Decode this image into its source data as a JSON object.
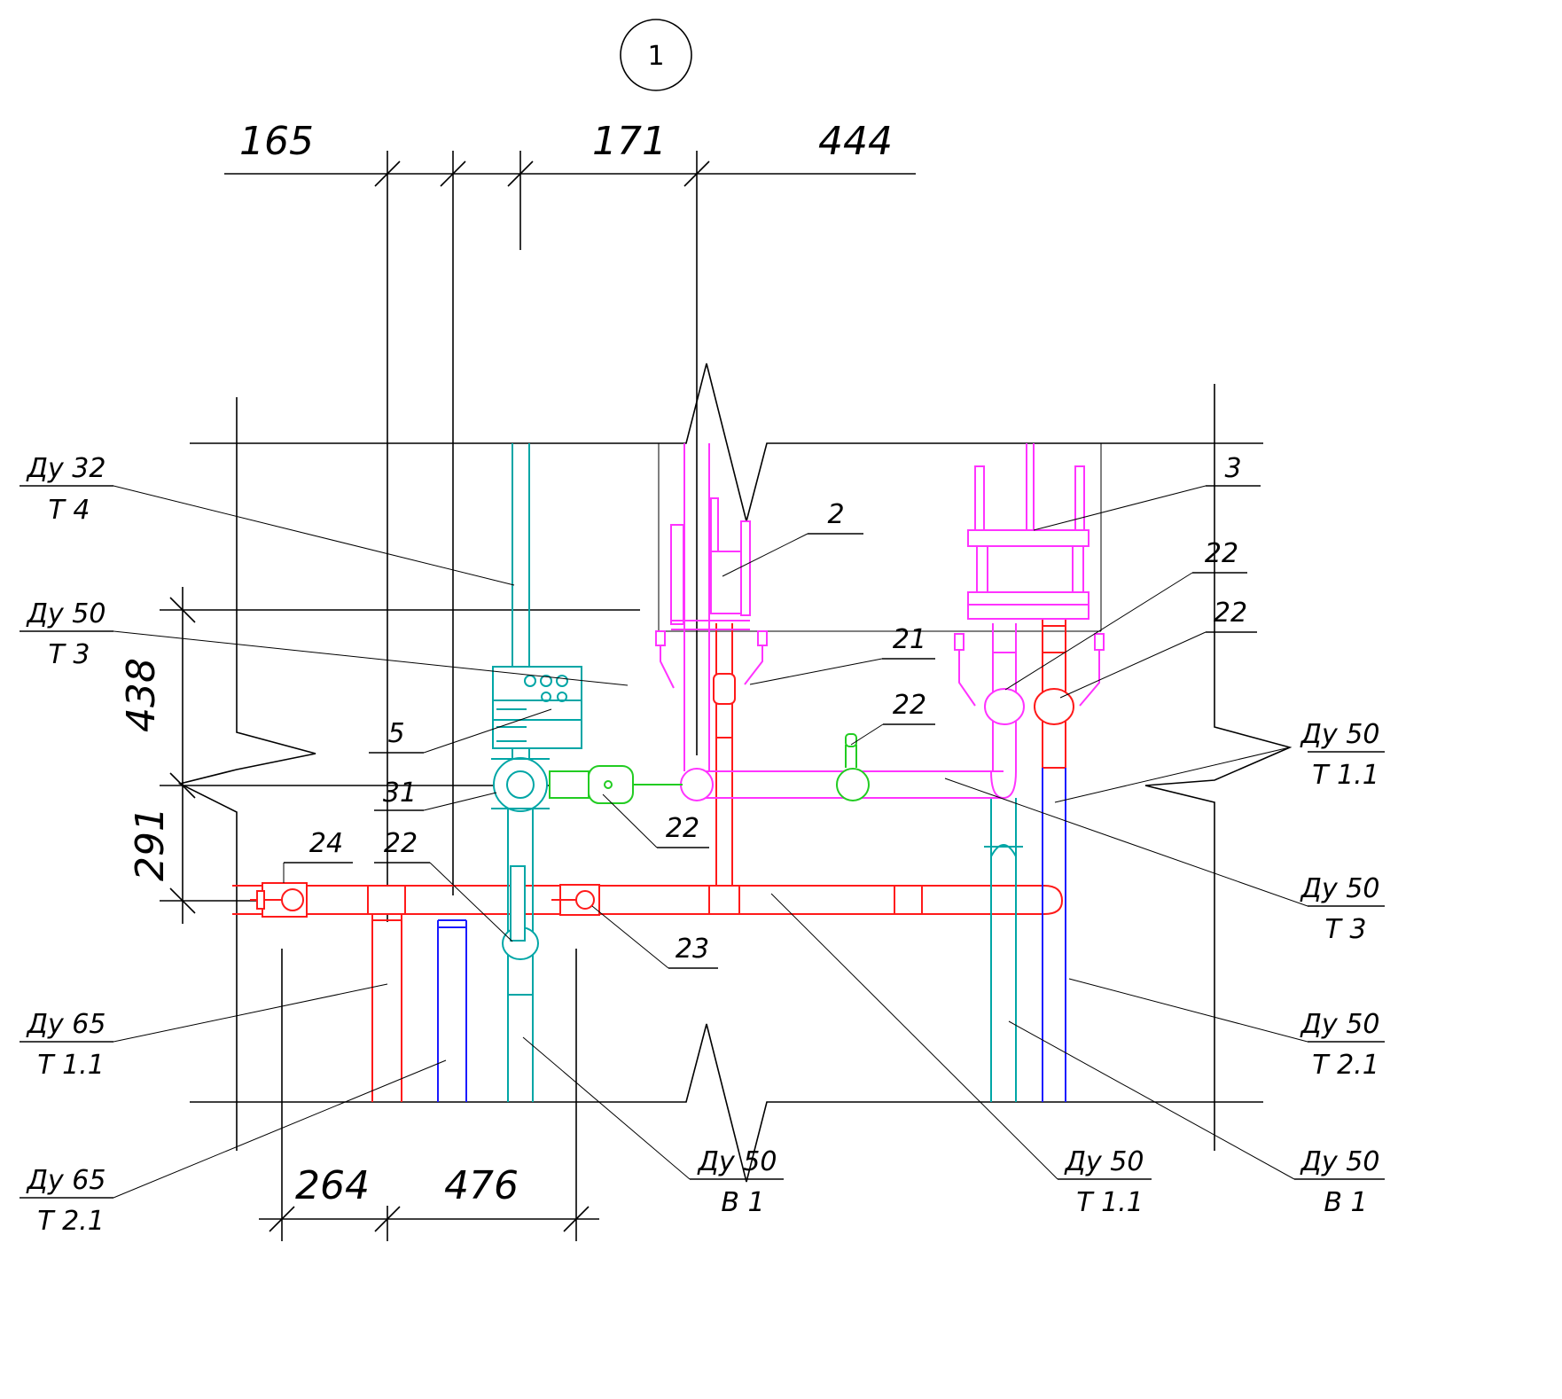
{
  "view_marker": "1",
  "dimensions_top": [
    "165",
    "171",
    "444"
  ],
  "dimensions_left": [
    "438",
    "291"
  ],
  "dimensions_bottom": [
    "264",
    "476"
  ],
  "leaders_left": [
    {
      "size": "Ду 32",
      "line": "Т 4"
    },
    {
      "size": "Ду 50",
      "line": "Т 3"
    },
    {
      "size": "Ду 65",
      "line": "Т 1.1"
    },
    {
      "size": "Ду 65",
      "line": "Т 2.1"
    }
  ],
  "leaders_right": [
    {
      "size": "Ду 50",
      "line": "Т 1.1"
    },
    {
      "size": "Ду 50",
      "line": "Т 3"
    },
    {
      "size": "Ду 50",
      "line": "Т 2.1"
    },
    {
      "size": "Ду 50",
      "line": "В 1"
    }
  ],
  "leaders_bottom": [
    {
      "size": "Ду 50",
      "line": "В 1"
    },
    {
      "size": "Ду 50",
      "line": "Т 1.1"
    }
  ],
  "item_numbers": {
    "n2": "2",
    "n3": "3",
    "n21": "21",
    "n22_a": "22",
    "n22_b": "22",
    "n22_c": "22",
    "n22_d": "22",
    "n22_e": "22",
    "n5": "5",
    "n31": "31",
    "n24": "24",
    "n23": "23"
  },
  "pipe_colors": {
    "T1_1": "#ff1a1a",
    "T2_1": "#1a1aff",
    "T3": "#ff33ff",
    "T4": "#00a6a6",
    "B1": "#00a6a6",
    "valves": "#22cc22"
  }
}
